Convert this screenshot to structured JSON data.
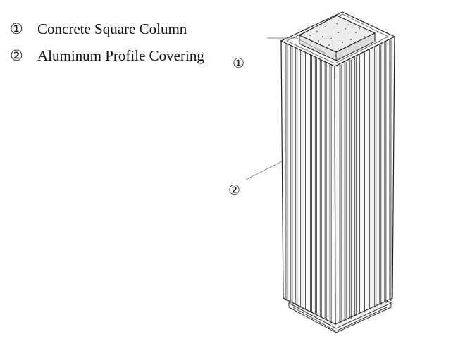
{
  "legend": [
    {
      "marker": "①",
      "label": "Concrete Square Column"
    },
    {
      "marker": "②",
      "label": "Aluminum Profile Covering"
    }
  ],
  "callouts": [
    {
      "marker": "①",
      "target": "concrete-square-column"
    },
    {
      "marker": "②",
      "target": "aluminum-profile-covering"
    }
  ]
}
